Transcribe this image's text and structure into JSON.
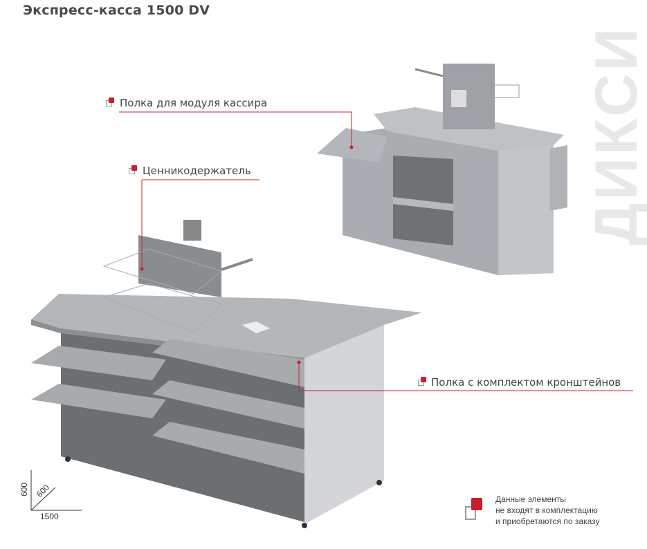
{
  "title": "Экспресс-касса 1500 DV",
  "brand": "ДИКСИ",
  "callouts": {
    "cashier_shelf": "Полка для модуля кассира",
    "price_holder": "Ценникодержатель",
    "bracket_shelf": "Полка с комплектом кронштейнов"
  },
  "legend": {
    "line1": "Данные элементы",
    "line2": "не входят в комплектацию",
    "line3": "и приобретаются по заказу"
  },
  "dimensions": {
    "height": "600",
    "depth": "600",
    "width": "1500"
  },
  "colors": {
    "accent": "#c8202a"
  }
}
